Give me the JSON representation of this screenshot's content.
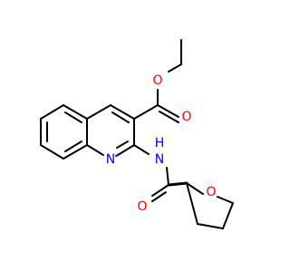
{
  "molecule": {
    "atoms": {
      "o_ester_carbonyl": {
        "symbol": "O",
        "color": "#ff0000"
      },
      "o_ester_single": {
        "symbol": "O",
        "color": "#ff0000"
      },
      "n_ring": {
        "symbol": "N",
        "color": "#0000ff"
      },
      "n_amide": {
        "symbol": "N",
        "color": "#0000ff"
      },
      "h_amide": {
        "symbol": "H",
        "color": "#0000ff"
      },
      "o_amide_carbonyl": {
        "symbol": "O",
        "color": "#ff0000"
      },
      "o_ring": {
        "symbol": "O",
        "color": "#ff0000"
      }
    }
  }
}
